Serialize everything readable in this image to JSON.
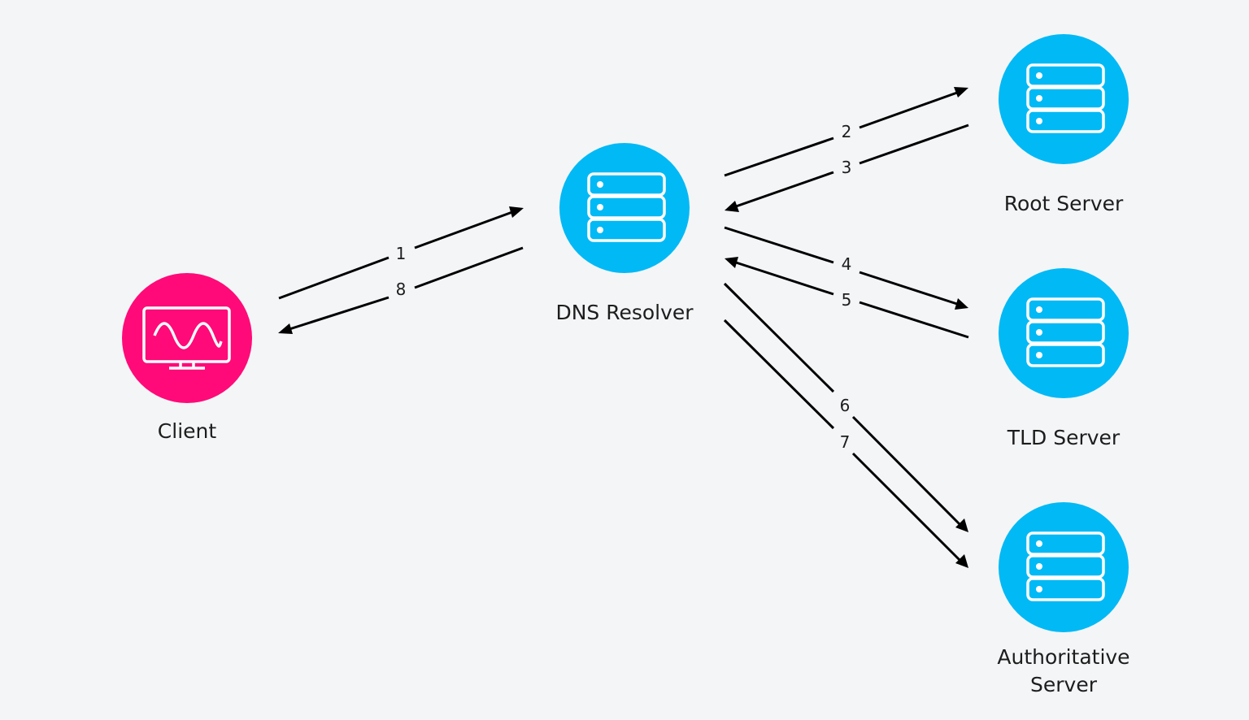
{
  "colors": {
    "background": "#f3f5f7",
    "client": "#ff0a78",
    "server": "#00b9f5",
    "arrow": "#000000",
    "text": "#1d1d1d"
  },
  "nodes": {
    "client": {
      "label": "Client",
      "icon": "monitor-icon"
    },
    "resolver": {
      "label": "DNS Resolver",
      "icon": "server-stack-icon"
    },
    "root": {
      "label": "Root Server",
      "icon": "server-stack-icon"
    },
    "tld": {
      "label": "TLD Server",
      "icon": "server-stack-icon"
    },
    "authoritative": {
      "label_line1": "Authoritative",
      "label_line2": "Server",
      "icon": "server-stack-icon"
    }
  },
  "steps": {
    "s1": "1",
    "s2": "2",
    "s3": "3",
    "s4": "4",
    "s5": "5",
    "s6": "6",
    "s7": "7",
    "s8": "8"
  }
}
